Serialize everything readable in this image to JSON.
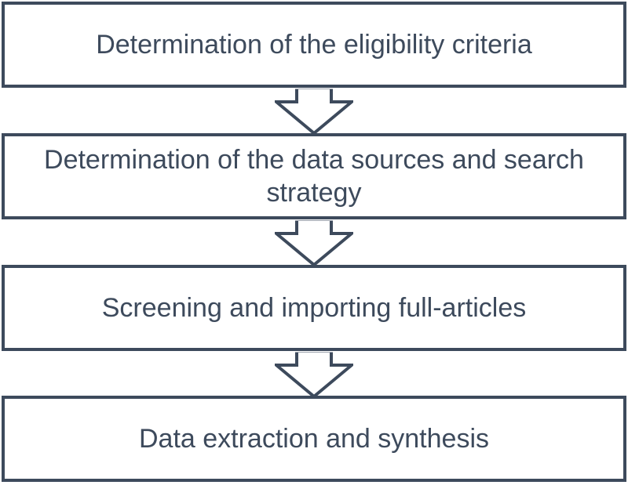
{
  "flowchart": {
    "steps": [
      {
        "label": "Determination of the eligibility criteria"
      },
      {
        "label": "Determination of the data sources and search strategy"
      },
      {
        "label": "Screening and importing full-articles"
      },
      {
        "label": "Data extraction and synthesis"
      }
    ],
    "colors": {
      "stroke": "#3d4a5c",
      "text": "#3d4a5c",
      "background": "#ffffff"
    }
  }
}
